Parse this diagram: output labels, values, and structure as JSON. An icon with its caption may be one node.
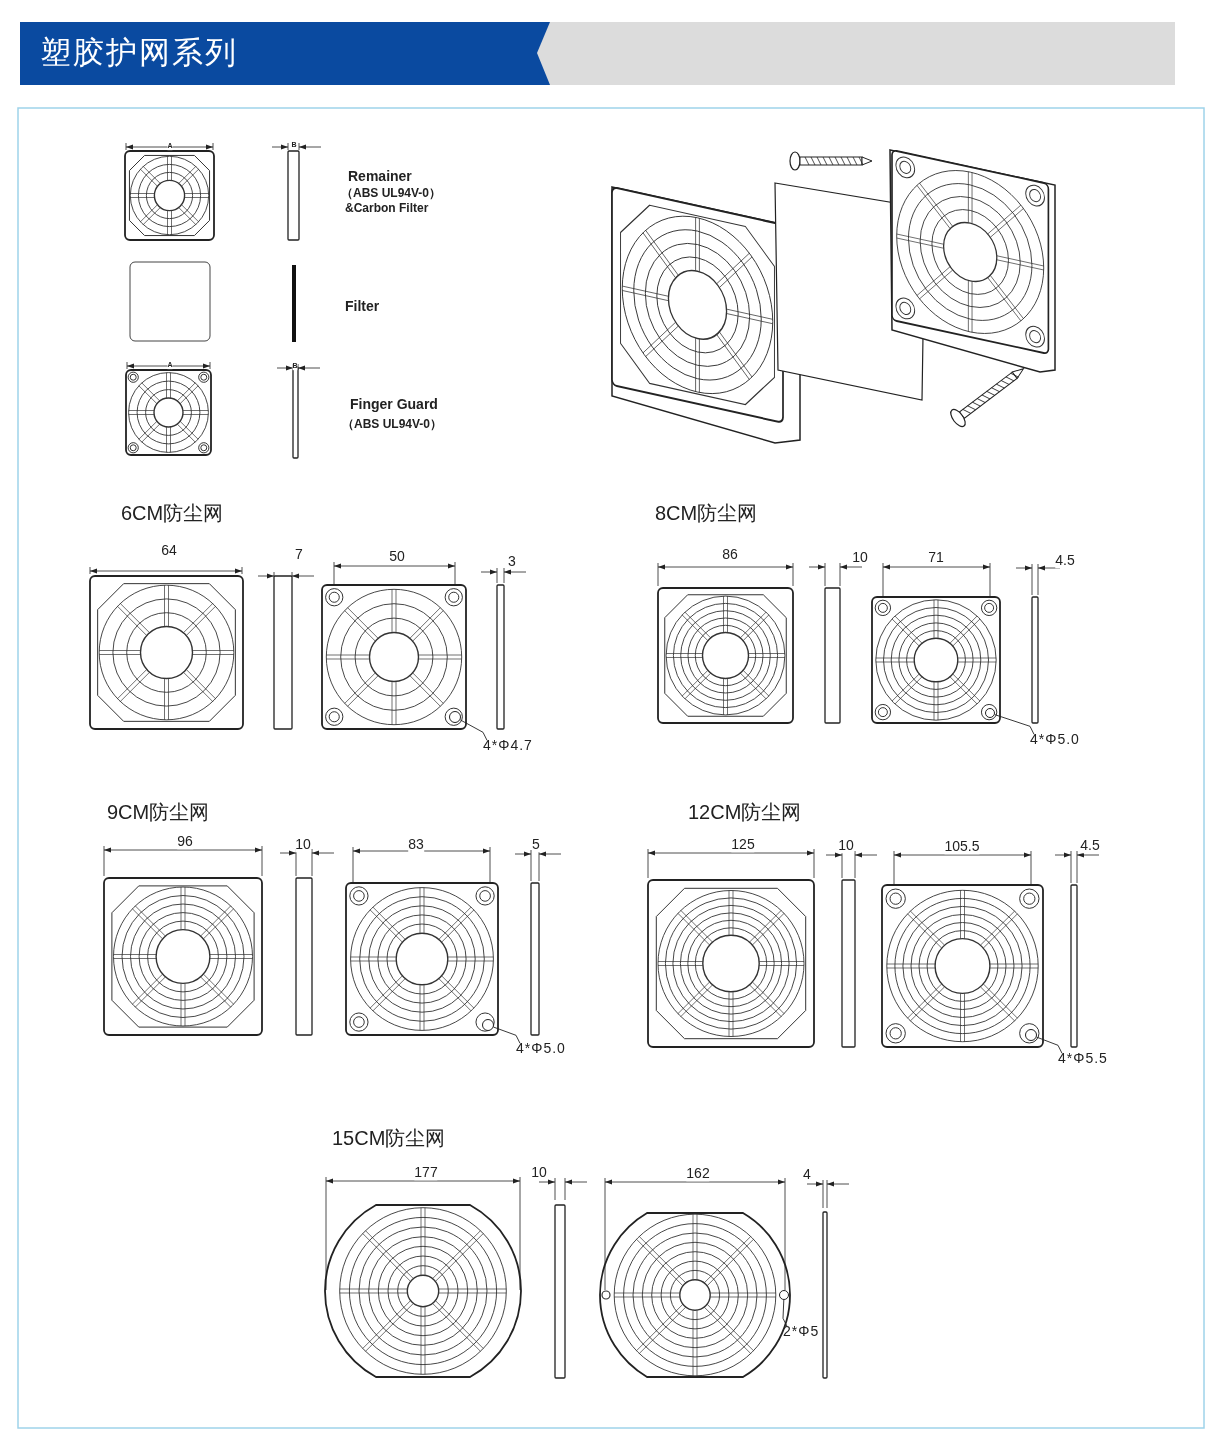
{
  "diagram": {
    "title": "塑胶护网系列",
    "nodes": [
      {
        "text": [
          "4*Φ4.7"
        ]
      },
      {
        "text": [],
        "shape": "circle"
      },
      {
        "text": [
          "4*Φ5.0"
        ]
      },
      {
        "text": [],
        "shape": "circle"
      },
      {
        "text": [
          "4*Φ5.0"
        ]
      },
      {
        "text": [],
        "shape": "circle"
      },
      {
        "text": [
          "4*Φ5.5"
        ]
      },
      {
        "text": [],
        "shape": "circle"
      },
      {
        "text": [
          "2*Φ5"
        ]
      },
      {
        "text": [],
        "shape": "circle"
      }
    ],
    "edges": [
      {
        "from": 0,
        "to": 1,
        "arrow": "none"
      },
      {
        "from": 2,
        "to": 3,
        "arrow": "none"
      },
      {
        "from": 4,
        "to": 5,
        "arrow": "none"
      },
      {
        "from": 6,
        "to": 7,
        "arrow": "none"
      },
      {
        "from": 8,
        "to": 9,
        "arrow": "none"
      }
    ],
    "labels": [
      "A",
      "B",
      "Remainer",
      "（ABS UL94V-0）",
      "&Carbon Filter",
      "Filter",
      "A",
      "B",
      "Finger Guard",
      "（ABS UL94V-0）",
      "6CM防尘网",
      "8CM防尘网",
      "64",
      "7",
      "50",
      "3",
      "86",
      "10",
      "71",
      "4.5",
      "9CM防尘网",
      "12CM防尘网",
      "96",
      "10",
      "83",
      "5",
      "125",
      "10",
      "105.5",
      "4.5",
      "15CM防尘网",
      "177",
      "10",
      "162",
      "4"
    ]
  }
}
